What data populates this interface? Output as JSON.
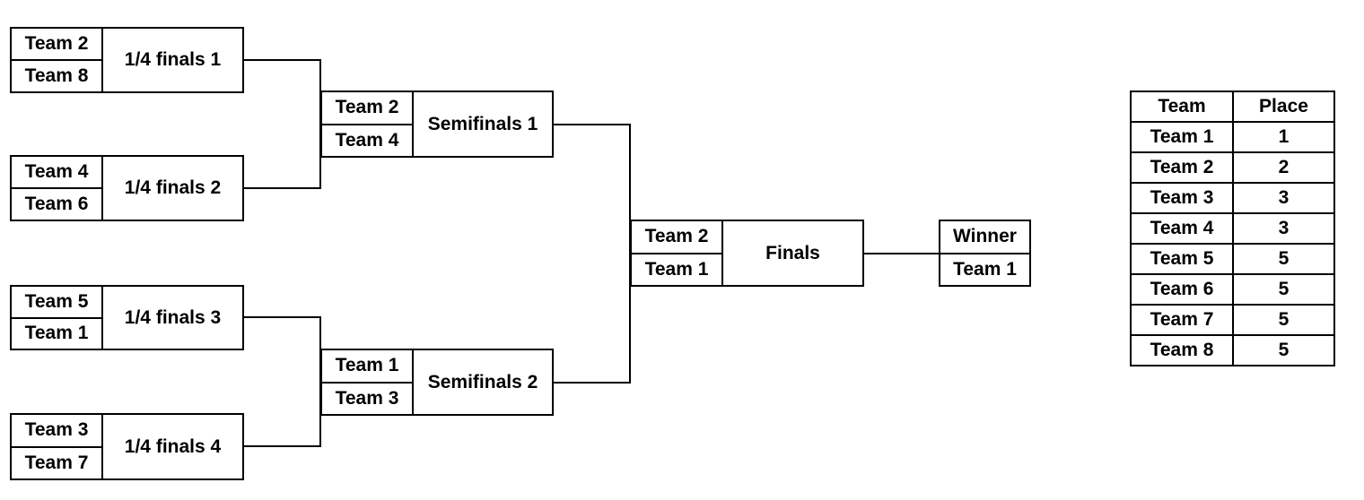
{
  "quarterfinals": [
    {
      "name": "1/4 finals 1",
      "teams": [
        "Team 2",
        "Team 8"
      ]
    },
    {
      "name": "1/4 finals 2",
      "teams": [
        "Team 4",
        "Team 6"
      ]
    },
    {
      "name": "1/4 finals 3",
      "teams": [
        "Team 5",
        "Team 1"
      ]
    },
    {
      "name": "1/4 finals 4",
      "teams": [
        "Team 3",
        "Team 7"
      ]
    }
  ],
  "semifinals": [
    {
      "name": "Semifinals 1",
      "teams": [
        "Team 2",
        "Team 4"
      ]
    },
    {
      "name": "Semifinals 2",
      "teams": [
        "Team 1",
        "Team 3"
      ]
    }
  ],
  "final": {
    "name": "Finals",
    "teams": [
      "Team 2",
      "Team 1"
    ]
  },
  "winner": {
    "label": "Winner",
    "team": "Team 1"
  },
  "standings": {
    "headers": [
      "Team",
      "Place"
    ],
    "rows": [
      [
        "Team 1",
        "1"
      ],
      [
        "Team 2",
        "2"
      ],
      [
        "Team 3",
        "3"
      ],
      [
        "Team 4",
        "3"
      ],
      [
        "Team 5",
        "5"
      ],
      [
        "Team 6",
        "5"
      ],
      [
        "Team 7",
        "5"
      ],
      [
        "Team 8",
        "5"
      ]
    ]
  }
}
